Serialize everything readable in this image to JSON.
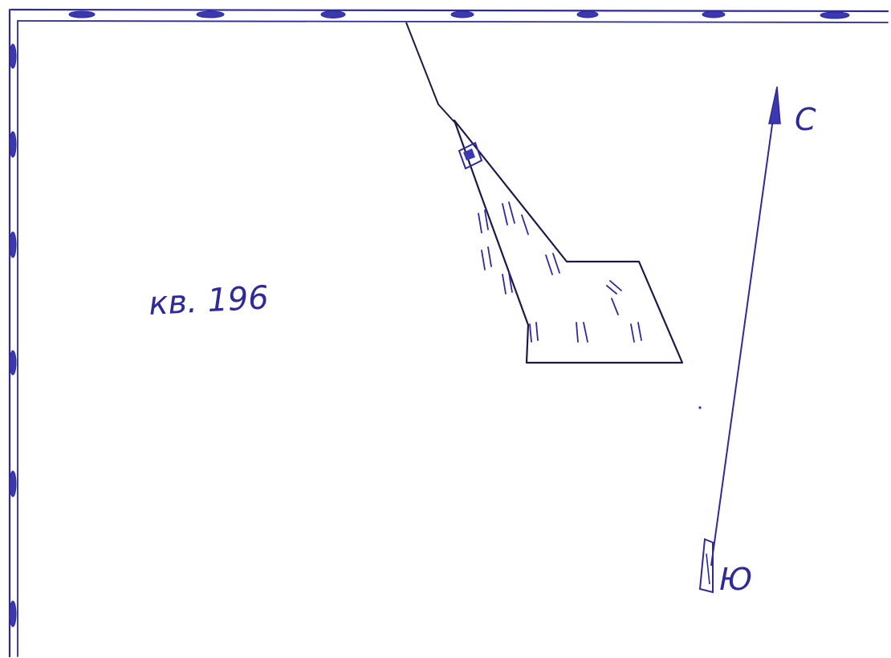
{
  "map": {
    "quarter_label": "кв. 196",
    "compass": {
      "north_label": "С",
      "south_label": "Ю"
    },
    "ink_color": "#2e2a9a",
    "line_color": "#1a1a4a",
    "background_color": "#ffffff"
  }
}
